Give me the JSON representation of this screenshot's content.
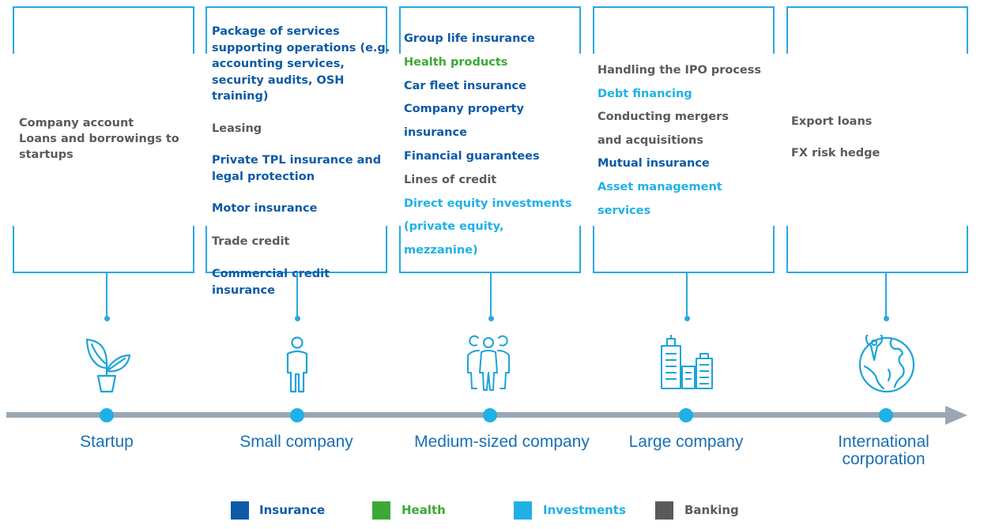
{
  "colors": {
    "insurance": "#0d5aa7",
    "health": "#3aaa35",
    "investments": "#1fb1e6",
    "banking": "#5a5a5a",
    "accent": "#29a9e0",
    "axis": "#9aa7b4"
  },
  "stages": [
    {
      "label": "Startup",
      "icon": "plant-icon",
      "items": [
        {
          "text": "Company account",
          "category": "banking"
        },
        {
          "text": "Loans and borrowings to startups",
          "category": "banking"
        }
      ]
    },
    {
      "label": "Small company",
      "icon": "person-icon",
      "items": [
        {
          "text": "Package of services supporting operations (e.g. accounting services, security audits, OSH training)",
          "category": "insurance"
        },
        {
          "text": "Leasing",
          "category": "banking"
        },
        {
          "text": "Private TPL insurance and legal protection",
          "category": "insurance"
        },
        {
          "text": "Motor insurance",
          "category": "insurance"
        },
        {
          "text": "Trade credit",
          "category": "banking"
        },
        {
          "text": "Commercial credit insurance",
          "category": "insurance"
        }
      ]
    },
    {
      "label": "Medium-sized company",
      "icon": "group-icon",
      "items": [
        {
          "text": "Group life insurance",
          "category": "insurance"
        },
        {
          "text": "Health products",
          "category": "health"
        },
        {
          "text": "Car fleet insurance",
          "category": "insurance"
        },
        {
          "text": "Company property insurance",
          "category": "insurance"
        },
        {
          "text": "Financial guarantees",
          "category": "insurance"
        },
        {
          "text": "Lines of credit",
          "category": "banking"
        },
        {
          "text": "Direct equity investments (private equity, mezzanine)",
          "category": "investments"
        }
      ]
    },
    {
      "label": "Large company",
      "icon": "buildings-icon",
      "items": [
        {
          "text": "Handling the IPO process",
          "category": "banking"
        },
        {
          "text": "Debt financing",
          "category": "investments"
        },
        {
          "text": "Conducting mergers and acquisitions",
          "category": "banking"
        },
        {
          "text": "Mutual insurance",
          "category": "insurance"
        },
        {
          "text": "Asset management services",
          "category": "investments"
        }
      ]
    },
    {
      "label": "International corporation",
      "icon": "globe-pin-icon",
      "items": [
        {
          "text": "Export loans",
          "category": "banking"
        },
        {
          "text": "FX risk hedge",
          "category": "banking"
        }
      ]
    }
  ],
  "legend": [
    {
      "label": "Insurance",
      "category": "insurance"
    },
    {
      "label": "Health",
      "category": "health"
    },
    {
      "label": "Investments",
      "category": "investments"
    },
    {
      "label": "Banking",
      "category": "banking"
    }
  ]
}
